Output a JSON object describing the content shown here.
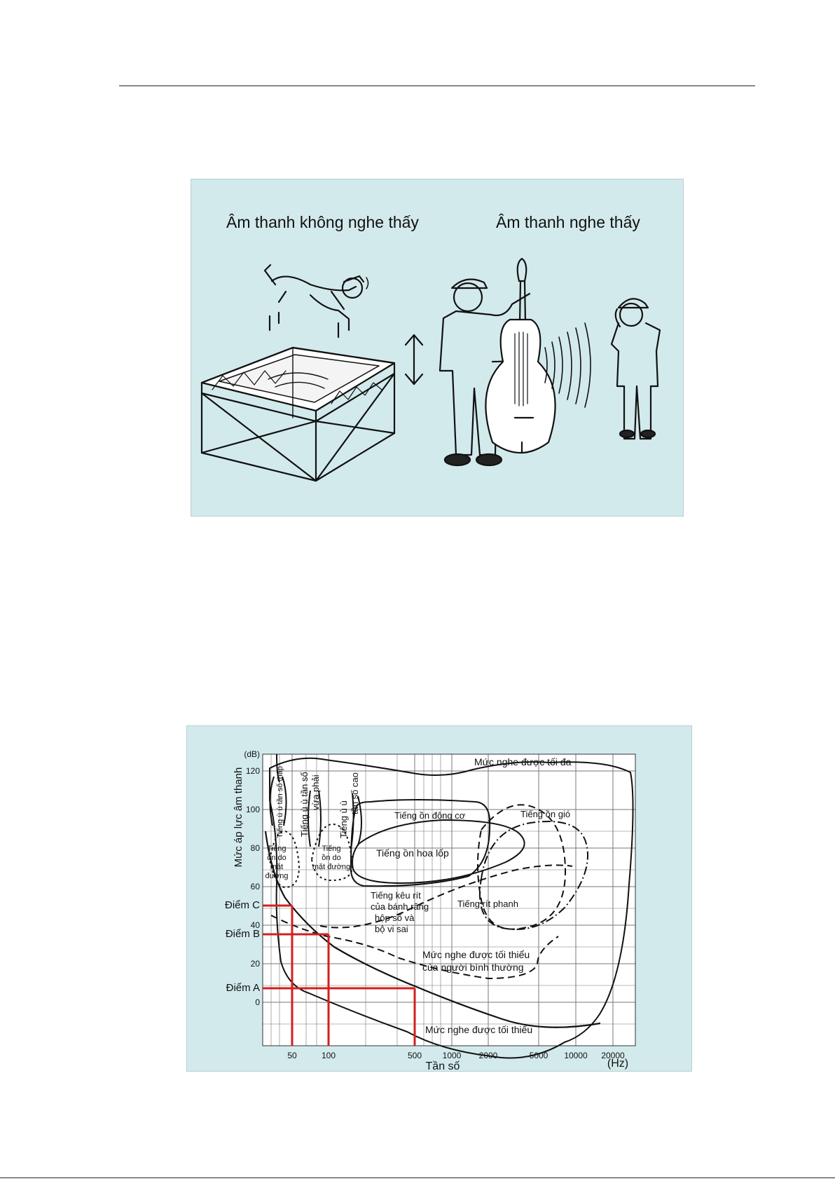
{
  "figure1": {
    "caption_left": "Âm thanh không nghe thấy",
    "caption_right": "Âm thanh nghe thấy"
  },
  "figure2": {
    "y_unit": "(dB)",
    "y_title": "Mức áp lực âm thanh",
    "x_title": "Tần số",
    "x_unit": "(Hz)",
    "y_ticks": [
      "120",
      "100",
      "80",
      "60",
      "40",
      "20",
      "0"
    ],
    "x_ticks": [
      "50",
      "100",
      "500",
      "1000",
      "2000",
      "5000",
      "10000",
      "20000"
    ],
    "points": [
      {
        "label": "Điểm C",
        "freq_hz": 50,
        "level_db": 50
      },
      {
        "label": "Điểm B",
        "freq_hz": 100,
        "level_db": 35
      },
      {
        "label": "Điểm A",
        "freq_hz": 500,
        "level_db": 7
      }
    ],
    "region_labels": {
      "max_hearing": "Mức nghe được tối đa",
      "min_hearing": "Mức nghe được tối thiểu",
      "min_hearing_normal_1": "Mức nghe được tối thiểu",
      "min_hearing_normal_2": "của người bình thường",
      "engine": "Tiếng ồn động cơ",
      "wind": "Tiếng ồn gió",
      "tire": "Tiếng ồn hoa lốp",
      "brake": "Tiếng rít phanh",
      "gear_1": "Tiếng kêu rít",
      "gear_2": "của bánh răng",
      "gear_3": "hộp số và",
      "gear_4": "bộ vi sai",
      "road_1a": "Tiếng",
      "road_1b": "ồn do",
      "road_1c": "mặt",
      "road_1d": "đường",
      "road_2a": "Tiếng",
      "road_2b": "ồn do",
      "road_2c": "mặt đường",
      "hum_low": "Tiếng ù ù tần số thấp",
      "hum_mid_1": "Tiếng ù ù tần số",
      "hum_mid_2": "vừa phải",
      "hum_high_1": "Tiếng ù ù",
      "hum_high_2": "tần số cao"
    }
  }
}
